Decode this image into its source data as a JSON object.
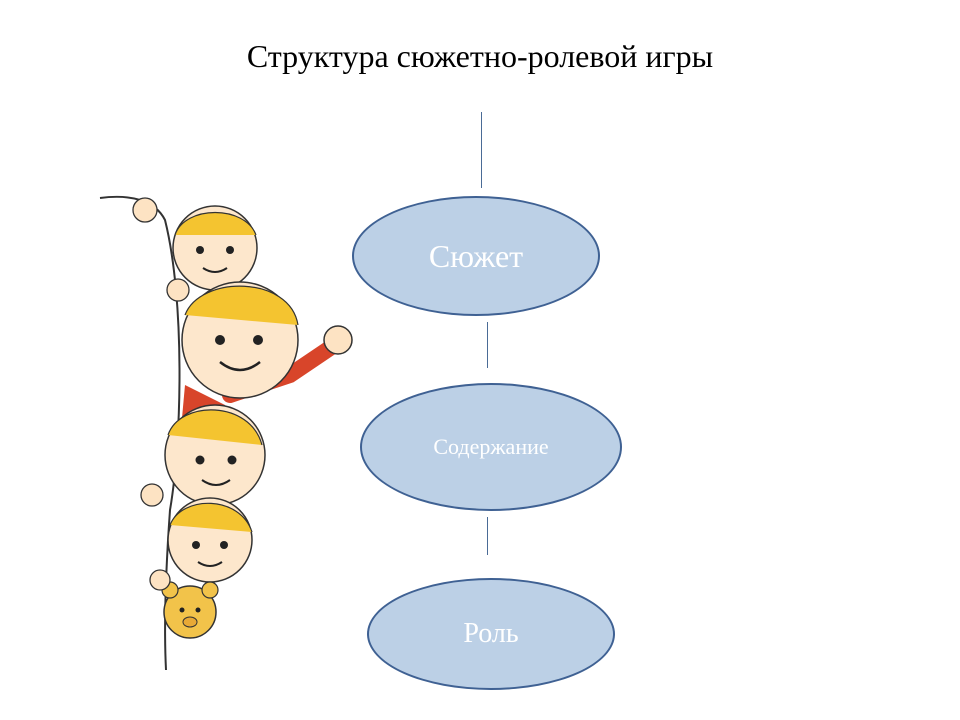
{
  "title": "Структура сюжетно-ролевой игры",
  "nodes": [
    {
      "label": "Сюжет"
    },
    {
      "label": "Содержание"
    },
    {
      "label": "Роль"
    }
  ],
  "colors": {
    "node_fill": "#bcd0e6",
    "node_border": "#3f6193",
    "node_text": "#ffffff",
    "connector": "#4a6b96"
  },
  "illustration": "children-peeking-icon"
}
